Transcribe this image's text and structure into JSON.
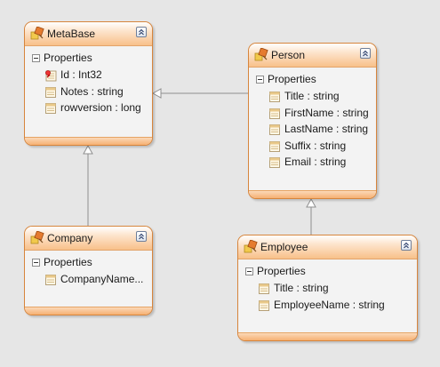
{
  "entities": {
    "metabase": {
      "title": "MetaBase",
      "section": "Properties",
      "properties": [
        "Id : Int32",
        "Notes : string",
        "rowversion : long"
      ]
    },
    "person": {
      "title": "Person",
      "section": "Properties",
      "properties": [
        "Title : string",
        "FirstName : string",
        "LastName : string",
        "Suffix : string",
        "Email : string"
      ]
    },
    "company": {
      "title": "Company",
      "section": "Properties",
      "properties": [
        "CompanyName..."
      ]
    },
    "employee": {
      "title": "Employee",
      "section": "Properties",
      "properties": [
        "Title : string",
        "EmployeeName : string"
      ]
    }
  },
  "icons": {
    "entity": "entity-icon",
    "key_property": "key-property-icon",
    "property": "property-icon",
    "collapse": "collapse-chevron-up-icon"
  },
  "colors": {
    "border": "#d7853c",
    "header_bottom": "#f8c08a",
    "body": "#f3f3f3",
    "connector": "#8f8f8f"
  }
}
